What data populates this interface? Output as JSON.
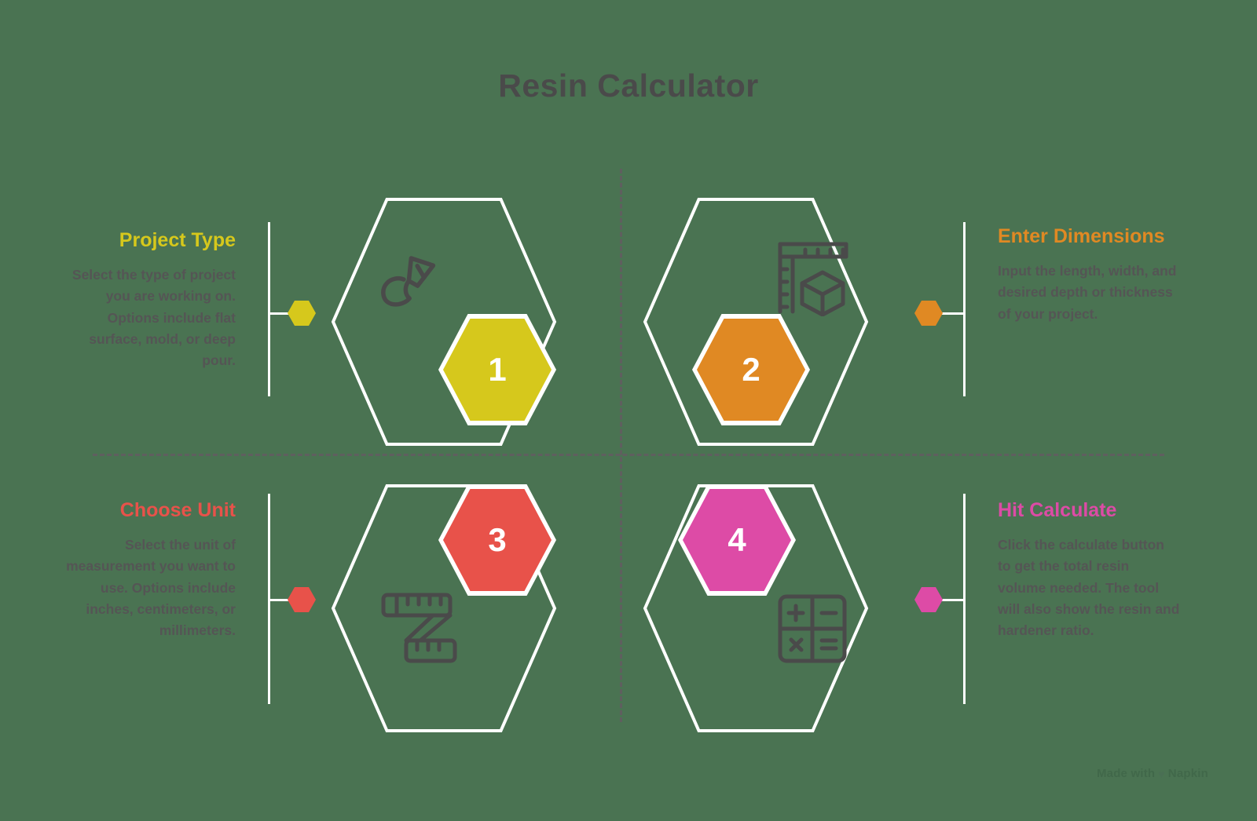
{
  "title": "Resin Calculator",
  "theme": {
    "background": "#4a7352",
    "title_color": "#4a4a4a",
    "body_text_color": "#555555",
    "line_color": "#ffffff",
    "divider_color": "#5f5f5f"
  },
  "steps": [
    {
      "number": "1",
      "heading": "Project Type",
      "body": "Select the type of project you are working on. Options include flat surface, mold, or deep pour.",
      "color": "#d6c81c",
      "icon": "paint-brush-icon",
      "align": "right"
    },
    {
      "number": "2",
      "heading": "Enter Dimensions",
      "body": "Input the length, width, and desired depth or thickness of your project.",
      "color": "#e08923",
      "icon": "ruler-cube-icon",
      "align": "left"
    },
    {
      "number": "3",
      "heading": "Choose Unit",
      "body": "Select the unit of measurement you want to use. Options include inches, centimeters, or millimeters.",
      "color": "#e8524a",
      "icon": "folding-ruler-icon",
      "align": "right"
    },
    {
      "number": "4",
      "heading": "Hit Calculate",
      "body": "Click the calculate button to get the total resin volume needed. The tool will also show the resin and hardener ratio.",
      "color": "#dd4ba6",
      "icon": "calculator-icon",
      "align": "left"
    }
  ],
  "footer": {
    "prefix": "Made with",
    "heart": "♥",
    "brand": "Napkin"
  }
}
